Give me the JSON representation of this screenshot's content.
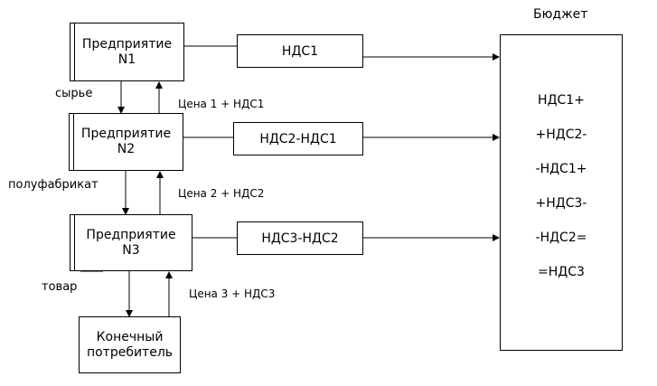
{
  "enterprises": [
    {
      "line1": "Предприятие",
      "line2": "N1"
    },
    {
      "line1": "Предприятие",
      "line2": "N2"
    },
    {
      "line1": "Предприятие",
      "line2": "N3"
    }
  ],
  "consumer": {
    "line1": "Конечный",
    "line2": "потребитель"
  },
  "vat_boxes": [
    "НДС1",
    "НДС2-НДС1",
    "НДС3-НДС2"
  ],
  "flows": {
    "raw_material": "сырье",
    "semi_product": "полуфабрикат",
    "goods": "товар"
  },
  "prices": [
    "Цена 1 + НДС1",
    "Цена 2 + НДС2",
    "Цена 3 + НДС3"
  ],
  "budget": {
    "title": "Бюджет",
    "lines": [
      "НДС1+",
      "+НДС2-",
      "-НДС1+",
      "+НДС3-",
      "-НДС2=",
      "=НДС3"
    ]
  }
}
